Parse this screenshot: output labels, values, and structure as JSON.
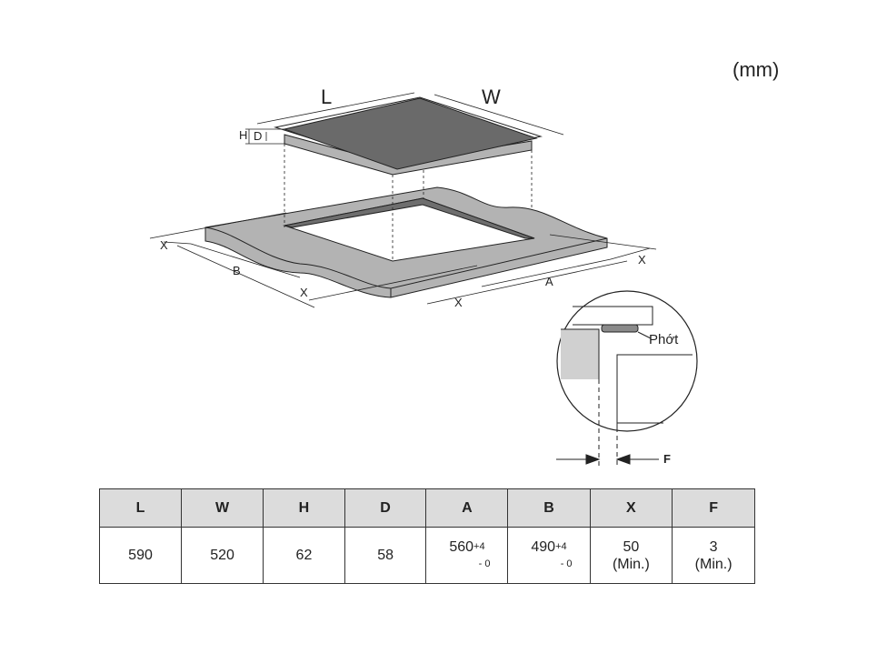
{
  "unit_label": "(mm)",
  "diagram_labels": {
    "L": "L",
    "W": "W",
    "H": "H",
    "D": "D",
    "X": "X",
    "A": "A",
    "B": "B",
    "F": "F",
    "seal": "Phớt"
  },
  "table": {
    "headers": [
      "L",
      "W",
      "H",
      "D",
      "A",
      "B",
      "X",
      "F"
    ],
    "values": [
      {
        "main": "590"
      },
      {
        "main": "520"
      },
      {
        "main": "62"
      },
      {
        "main": "58"
      },
      {
        "main": "560",
        "plus": "+4",
        "minus": "- 0"
      },
      {
        "main": "490",
        "plus": "+4",
        "minus": "- 0"
      },
      {
        "main": "50",
        "sub": "(Min.)"
      },
      {
        "main": "3",
        "sub": "(Min.)"
      }
    ]
  }
}
